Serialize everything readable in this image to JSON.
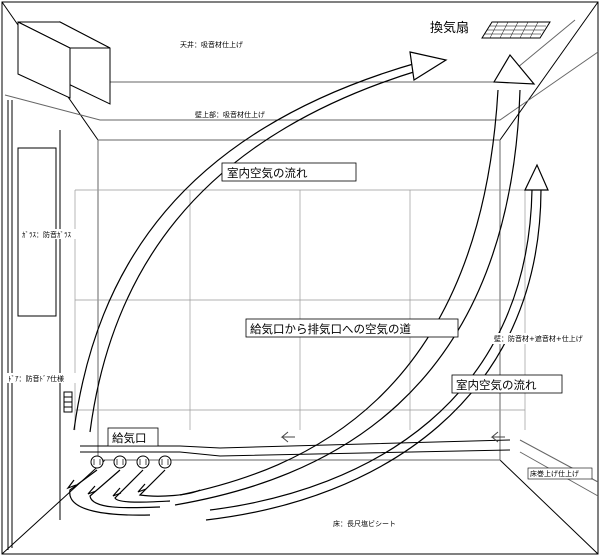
{
  "labels": {
    "ceiling": "天井：吸音材仕上げ",
    "upper_wall": "壁上部：吸音材仕上げ",
    "glass": "ｶﾞﾗｽ：防音ｶﾞﾗｽ",
    "door": "ﾄﾞｱ：防音ﾄﾞｱ仕様",
    "wall": "壁：防音材+遮音材+仕上げ",
    "floor_edge": "床巻上げ仕上げ",
    "floor": "床：長尺塩ビシート",
    "fan": "換気扇",
    "airflow_top": "室内空気の流れ",
    "airflow_right": "室内空気の流れ",
    "path": "給気口から排気口への空気の道",
    "inlet": "給気口"
  },
  "colors": {
    "line": "#000000",
    "fill": "#ffffff",
    "grid": "#999999"
  }
}
